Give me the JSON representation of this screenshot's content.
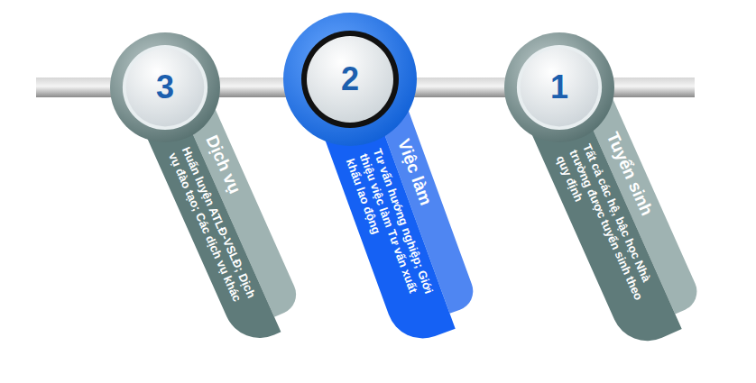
{
  "diagram": {
    "nodes": [
      {
        "text": [
          "1",
          "Tuyển sinh",
          "Tất cả các hệ, bậc học Nhà trường được tuyển sinh theo quy định"
        ]
      },
      {
        "text": [
          "2",
          "Việc làm",
          "Tư vấn hướng nghiệp; Giới thiệu việc làm Tư vấn xuất khẩu lao động"
        ]
      },
      {
        "text": [
          "3",
          "Dịch vụ",
          "Huấn luyện ATLĐ-VSLĐ; Dịch vụ đào tạo; Các dịch vụ khác"
        ]
      }
    ]
  }
}
